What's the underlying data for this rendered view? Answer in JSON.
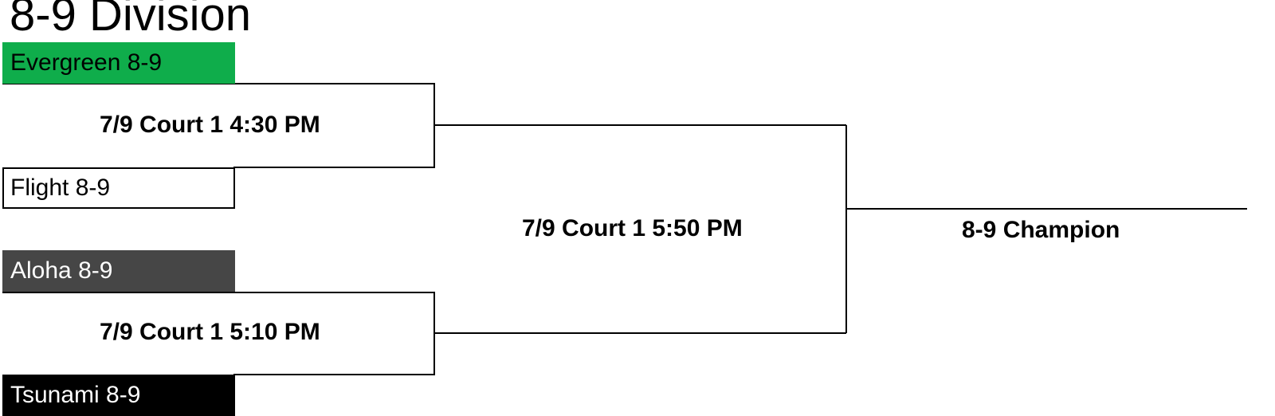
{
  "title": "8-9 Division",
  "teams": [
    {
      "name": "Evergreen 8-9",
      "fill": "#0fad4b",
      "text_color": "#000000"
    },
    {
      "name": "Flight 8-9",
      "fill": "#ffffff",
      "text_color": "#000000"
    },
    {
      "name": "Aloha 8-9",
      "fill": "#464646",
      "text_color": "#ffffff"
    },
    {
      "name": "Tsunami 8-9",
      "fill": "#000000",
      "text_color": "#ffffff"
    }
  ],
  "games": {
    "game1": "7/9 Court 1 4:30 PM",
    "game2": "7/9 Court 1 5:10 PM",
    "final": "7/9 Court 1 5:50 PM"
  },
  "champion": "8-9 Champion"
}
